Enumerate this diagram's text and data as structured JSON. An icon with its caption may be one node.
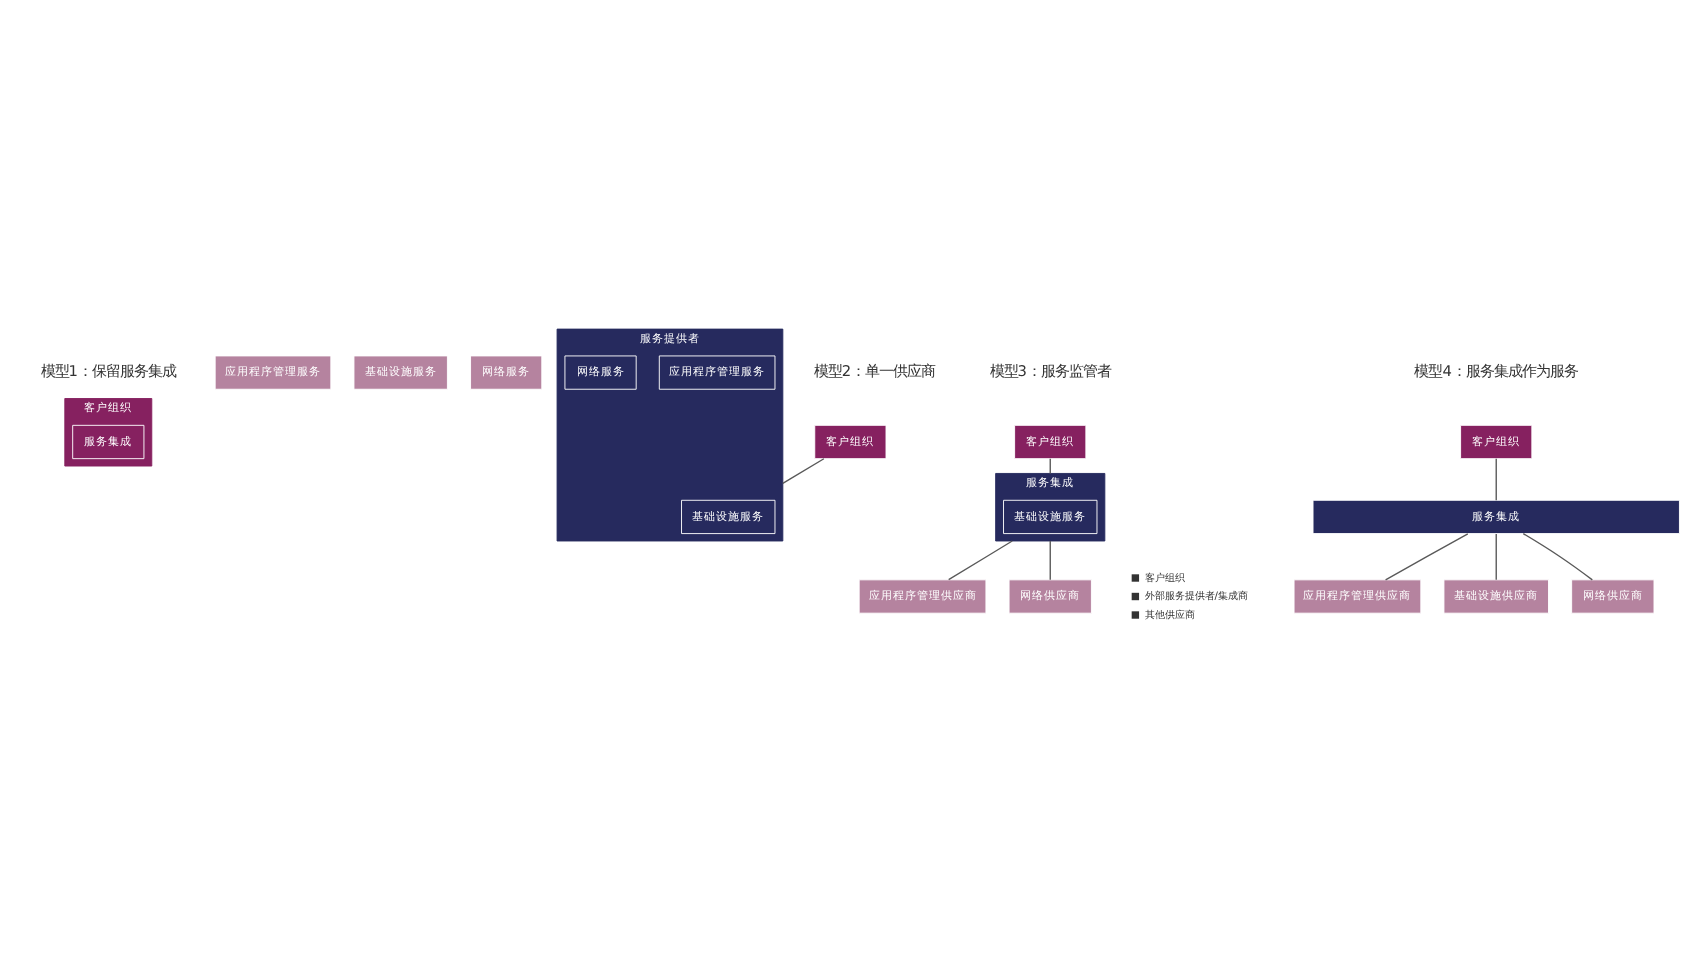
{
  "diagram": {
    "nodes": [
      {
        "text": [
          "客户组织"
        ]
      },
      {
        "text": [
          "服务集成"
        ],
        "in": 0
      },
      {
        "text": [
          "应用程序管理服务"
        ]
      },
      {
        "text": [
          "基础设施服务"
        ]
      },
      {
        "text": [
          "网络服务"
        ]
      },
      {
        "text": [
          "客户组织"
        ]
      },
      {
        "text": [
          "服务提供者"
        ]
      },
      {
        "text": [
          "应用程序管理服务"
        ],
        "in": 6
      },
      {
        "text": [
          "基础设施服务"
        ],
        "in": 6
      },
      {
        "text": [
          "网络服务"
        ],
        "in": 6
      },
      {
        "text": [
          "客户组织"
        ]
      },
      {
        "text": [
          "服务集成"
        ]
      },
      {
        "text": [
          "应用程序管理供应商"
        ]
      },
      {
        "text": [
          "基础设施服务"
        ],
        "in": 11
      },
      {
        "text": [
          "网络供应商"
        ]
      },
      {
        "text": [
          "客户组织"
        ]
      },
      {
        "text": [
          "服务集成"
        ]
      },
      {
        "text": [
          "应用程序管理供应商"
        ]
      },
      {
        "text": [
          "基础设施供应商"
        ]
      },
      {
        "text": [
          "网络供应商"
        ]
      }
    ],
    "edges": [
      {
        "from": 5,
        "to": 6,
        "arrow": "none"
      },
      {
        "from": 10,
        "to": 11,
        "arrow": "none"
      },
      {
        "from": 11,
        "to": 12,
        "arrow": "none"
      },
      {
        "from": 11,
        "to": 14,
        "arrow": "none"
      },
      {
        "from": 15,
        "to": 16,
        "arrow": "none"
      },
      {
        "from": 16,
        "to": 17,
        "arrow": "none"
      },
      {
        "from": 16,
        "to": 18,
        "arrow": "none"
      },
      {
        "from": 16,
        "to": 19,
        "arrow": "none"
      }
    ],
    "labels": [
      "模型1：保留服务集成",
      "模型2：单一供应商",
      "模型3：服务监管者",
      "模型4：服务集成作为服务"
    ],
    "legend": [
      {
        "text": "客户组织"
      },
      {
        "text": "外部服务提供者/集成商"
      },
      {
        "text": "其他供应商"
      }
    ]
  }
}
